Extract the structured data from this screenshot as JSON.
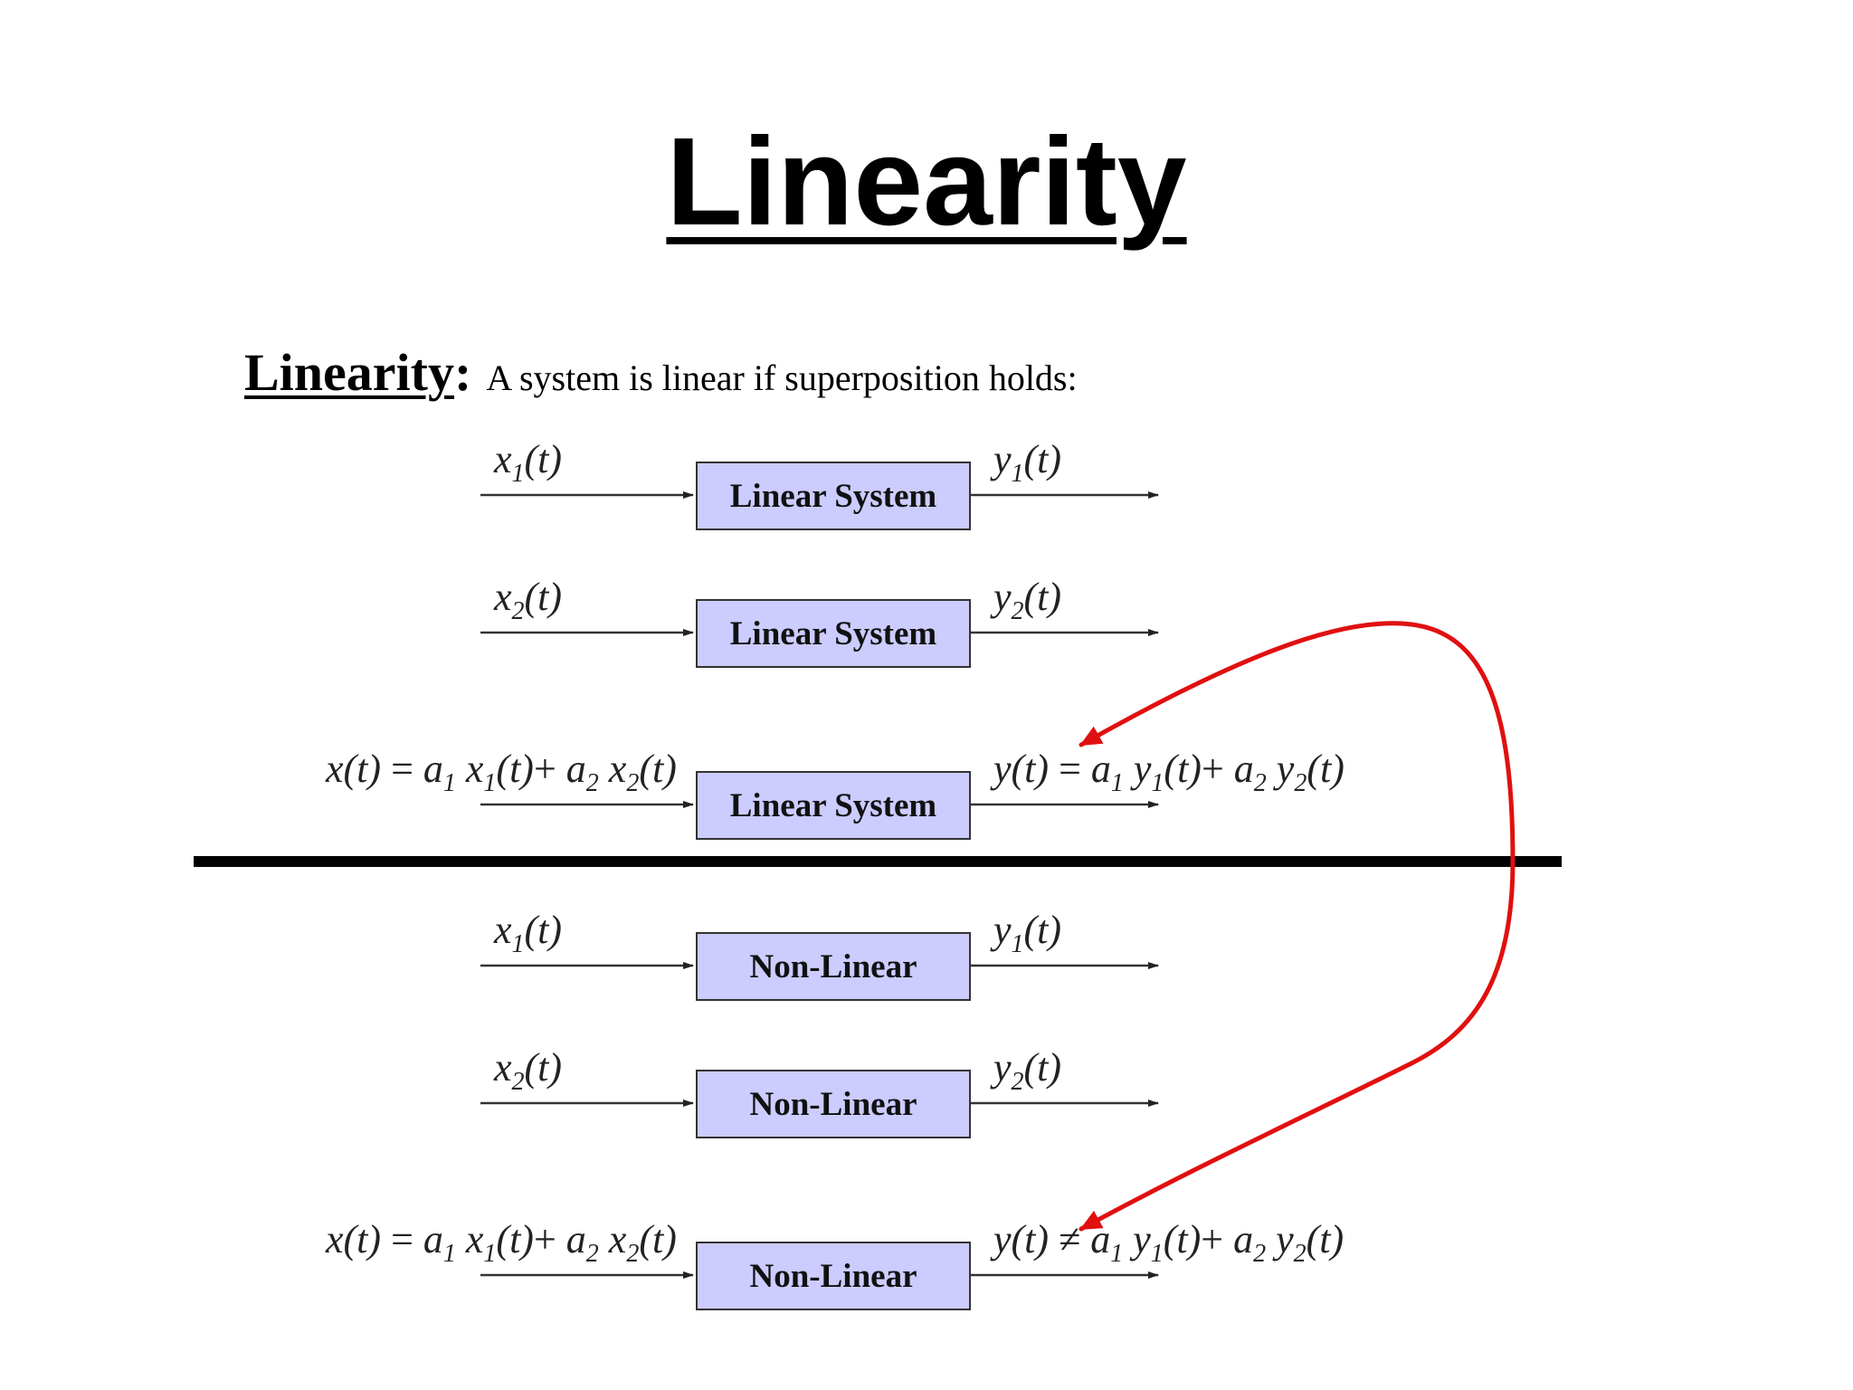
{
  "title": "Linearity",
  "intro": {
    "term": "Linearity",
    "colon": ":",
    "text": "A system is linear if superposition holds:"
  },
  "linear_label": "Linear System",
  "nonlinear_label": "Non-Linear",
  "signals": {
    "x": "x",
    "y": "y",
    "t": "(t)",
    "sub1": "1",
    "sub2": "2",
    "combo_x_lhs": "x(t)",
    "combo_y_lhs": "y(t)",
    "equals": "=",
    "not_equals": "≠",
    "a": "a",
    "plus": "+"
  },
  "colors": {
    "box_fill": "#ccccff",
    "red_arrow": "#e01010",
    "divider": "#000000"
  }
}
